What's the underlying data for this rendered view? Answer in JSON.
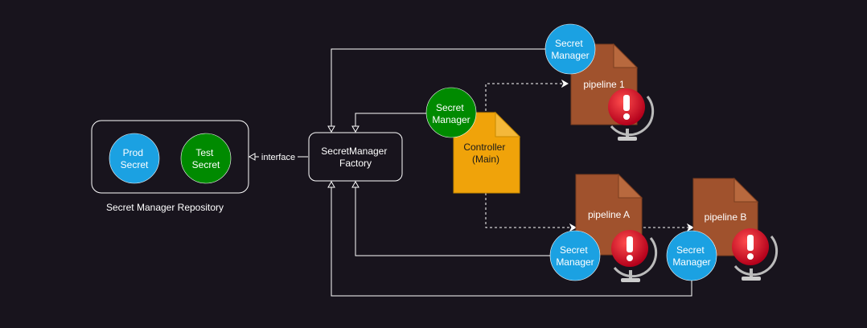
{
  "repository": {
    "caption": "Secret Manager Repository",
    "prod_secret": [
      "Prod",
      "Secret"
    ],
    "test_secret": [
      "Test",
      "Secret"
    ]
  },
  "interface_label": "interface",
  "factory": {
    "label": [
      "SecretManager",
      "Factory"
    ]
  },
  "controller": {
    "label": [
      "Controller",
      "(Main)"
    ]
  },
  "secret_manager_label": [
    "Secret",
    "Manager"
  ],
  "pipelines": {
    "p1": "pipeline 1",
    "pA": "pipeline A",
    "pB": "pipeline B"
  },
  "colors": {
    "background": "#18141d",
    "blue_circle": "#1ba1e2",
    "green_circle": "#008a00",
    "controller_doc": "#f0a30a",
    "pipeline_doc": "#a0522d",
    "alert_red": "#d62828",
    "line": "#ffffff"
  },
  "icons": {
    "alert": "exclamation-globe-icon",
    "document": "document-folded-corner-icon"
  }
}
